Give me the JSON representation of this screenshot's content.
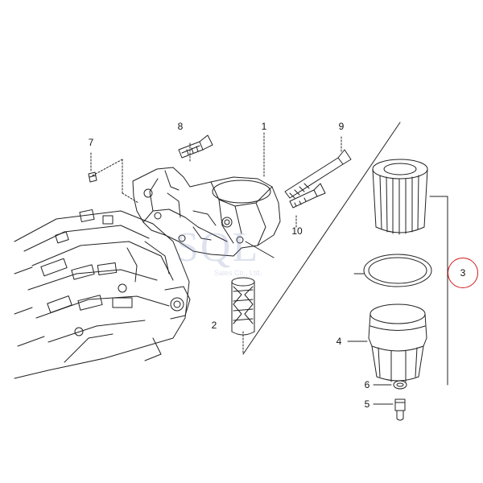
{
  "diagram": {
    "labels": {
      "p1": "1",
      "p2": "2",
      "p3": "3",
      "p4": "4",
      "p5": "5",
      "p6": "6",
      "p7": "7",
      "p8": "8",
      "p9": "9",
      "p10": "10"
    },
    "highlight_color": "#d11a1a",
    "line_color": "#222222",
    "watermark": {
      "logo_text": "SQL",
      "tagline": "Sales Co., Ltd."
    }
  }
}
